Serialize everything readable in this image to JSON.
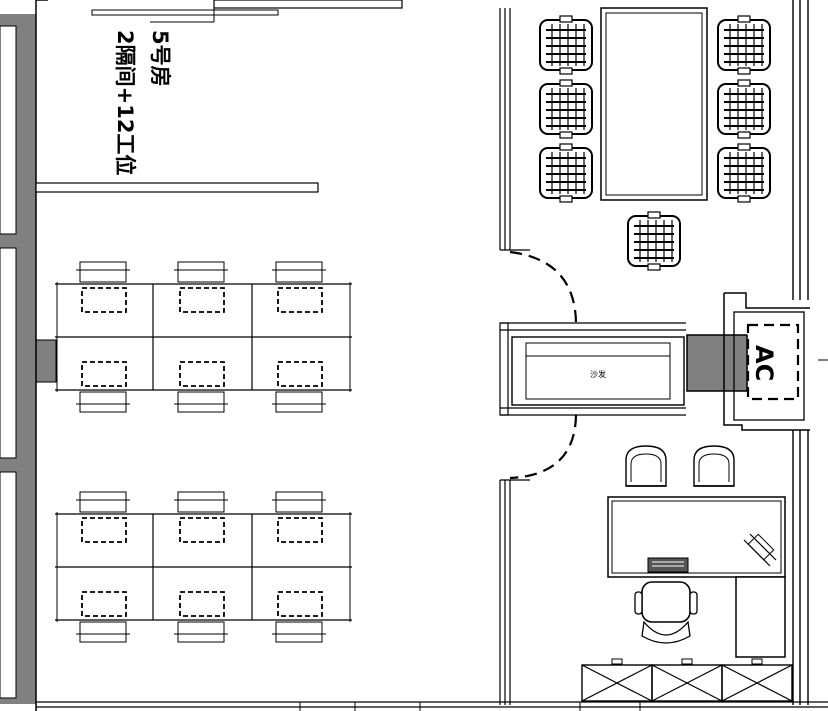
{
  "room": {
    "name": "5号房",
    "capacity": "2隔间+12工位"
  },
  "equipment": {
    "ac_label": "AC",
    "sofa_label": "沙发"
  },
  "layout_counts": {
    "workstations": 12,
    "meeting_chairs": 7,
    "lounge_chairs": 2,
    "storage_cabinets": 3
  }
}
